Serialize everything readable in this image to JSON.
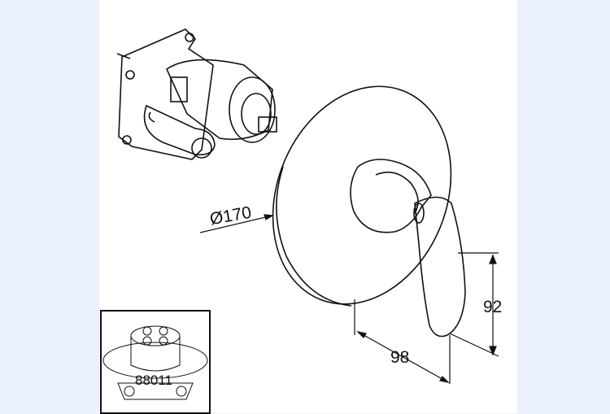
{
  "drawing": {
    "diameter_label": "Ø170",
    "height_label": "92",
    "depth_label": "98",
    "inset_part_number": "88011"
  },
  "colors": {
    "background": "#ebf1fa",
    "sheet": "#ffffff",
    "line": "#111111"
  }
}
